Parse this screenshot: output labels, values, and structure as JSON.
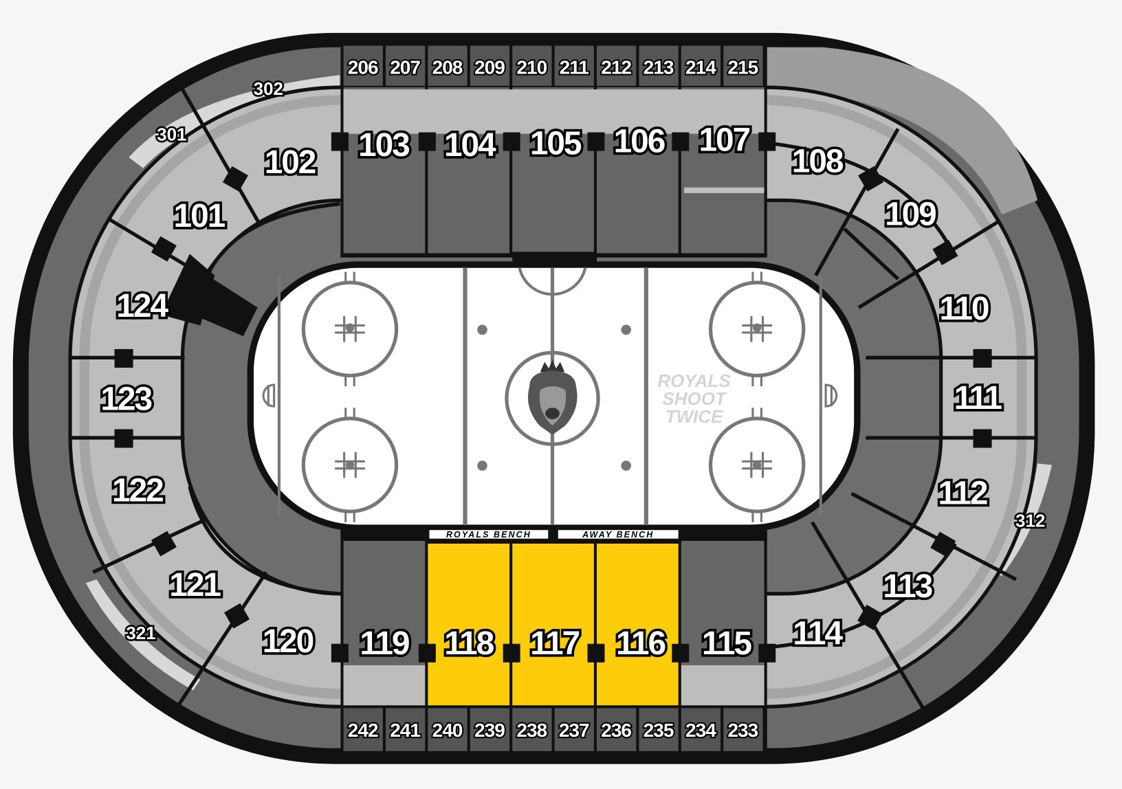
{
  "map": {
    "colors": {
      "background": "#f6f6f6",
      "outer": "#111111",
      "upper_level": "#6a6a6a",
      "lower_bowl": "#bdbdbd",
      "inner_ring": "#6e6e6e",
      "club": "#656565",
      "highlight": "#fdcd0b",
      "rink": "#ffffff",
      "rink_lines": "#777777"
    },
    "sections_100": [
      "101",
      "102",
      "103",
      "104",
      "105",
      "106",
      "107",
      "108",
      "109",
      "110",
      "111",
      "112",
      "113",
      "114",
      "115",
      "116",
      "117",
      "118",
      "119",
      "120",
      "121",
      "122",
      "123",
      "124"
    ],
    "highlighted_sections": [
      "116",
      "117",
      "118"
    ],
    "sections_200_top": [
      "206",
      "207",
      "208",
      "209",
      "210",
      "211",
      "212",
      "213",
      "214",
      "215"
    ],
    "sections_200_bottom": [
      "242",
      "241",
      "240",
      "239",
      "238",
      "237",
      "236",
      "235",
      "234",
      "233"
    ],
    "sections_300": [
      "302",
      "301",
      "312",
      "321"
    ],
    "rink": {
      "home_bench": "ROYALS BENCH",
      "away_bench": "AWAY BENCH",
      "slogan": [
        "ROYALS",
        "SHOOT",
        "TWICE"
      ],
      "logo": "lion-crown-logo"
    }
  }
}
